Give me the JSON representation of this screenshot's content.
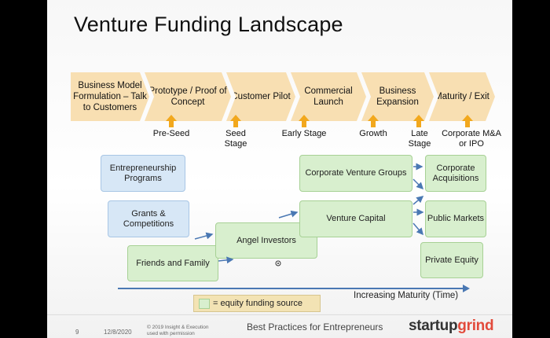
{
  "title": "Venture Funding Landscape",
  "stages": [
    {
      "label": "Business Model Formulation – Talk to Customers"
    },
    {
      "label": "Prototype / Proof of Concept"
    },
    {
      "label": "Customer Pilot"
    },
    {
      "label": "Commercial Launch"
    },
    {
      "label": "Business Expansion"
    },
    {
      "label": "Maturity / Exit"
    }
  ],
  "stage_labels": [
    "Pre-Seed",
    "Seed Stage",
    "Early Stage",
    "Growth",
    "Late Stage",
    "Corporate M&A or IPO"
  ],
  "boxes": {
    "entrepreneurship": "Entrepreneurship Programs",
    "grants": "Grants & Competitions",
    "friends": "Friends and Family",
    "angel": "Angel Investors",
    "corp_vc": "Corporate Venture Groups",
    "vc": "Venture Capital",
    "acquisitions": "Corporate Acquisitions",
    "public": "Public Markets",
    "private_equity": "Private Equity"
  },
  "axis_label": "Increasing Maturity (Time)",
  "legend": "= equity funding source",
  "footer": {
    "page": "9",
    "date": "12/8/2020",
    "copyright_1": "© 2019",
    "copyright_2": "Insight & Execution",
    "copyright_3": "used with permission",
    "center": "Best Practices for Entrepreneurs",
    "brand_1": "startup",
    "brand_2": "grind"
  },
  "colors": {
    "stage_fill": "#f8dfb2",
    "arrow_orange": "#f2a81d",
    "equity_green": "#d8efce",
    "nonequity_blue": "#d7e7f6",
    "brand_red": "#e24a3b"
  }
}
